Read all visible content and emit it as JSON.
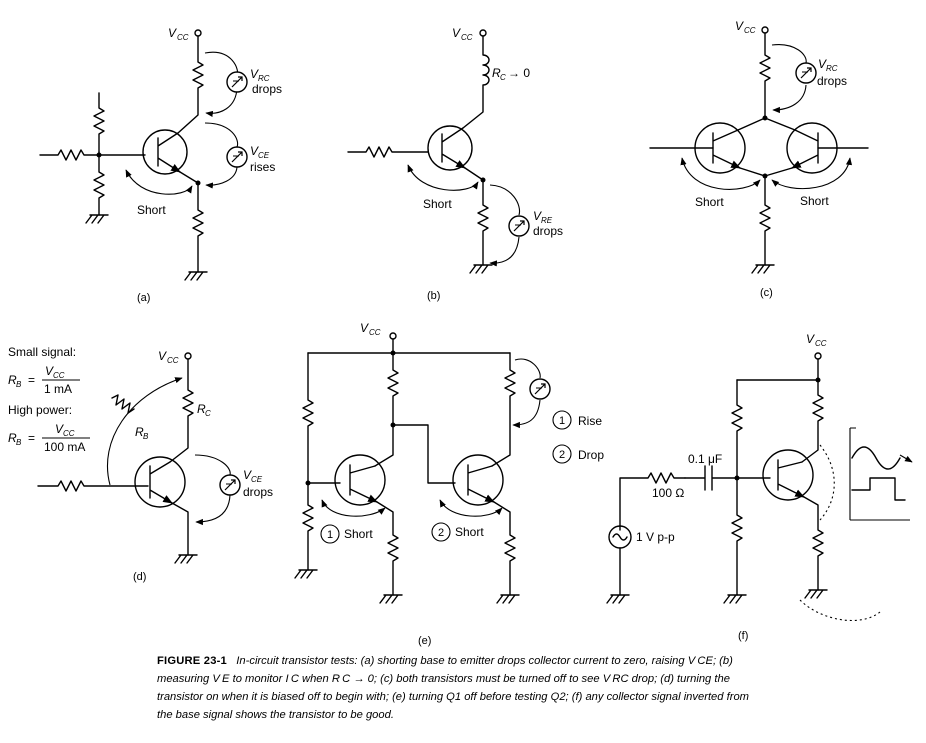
{
  "supply": {
    "main": "V",
    "sub": "CC"
  },
  "panels": {
    "a": {
      "label": "(a)",
      "vrc_sub": "RC",
      "vrc_text": "drops",
      "vce_sub": "CE",
      "vce_text": "rises",
      "short": "Short"
    },
    "b": {
      "label": "(b)",
      "rc_main": "R",
      "rc_sub": "C",
      "rc_arrow": "→ 0",
      "vre_sub": "RE",
      "vre_text": "drops",
      "short": "Short"
    },
    "c": {
      "label": "(c)",
      "vrc_sub": "RC",
      "vrc_text": "drops",
      "short_left": "Short",
      "short_right": "Short"
    },
    "d": {
      "label": "(d)",
      "small_signal": "Small signal:",
      "high_power": "High power:",
      "rb_main": "R",
      "rb_sub": "B",
      "eq": "=",
      "small_den": "1 mA",
      "high_den": "100 mA",
      "rc_main": "R",
      "rc_sub": "C",
      "vce_sub": "CE",
      "vce_text": "drops"
    },
    "e": {
      "label": "(e)",
      "step1_num": "1",
      "step1_text": "Rise",
      "step2_num": "2",
      "step2_text": "Drop",
      "short1": "Short",
      "short2": "Short"
    },
    "f": {
      "label": "(f)",
      "cap": "0.1 μF",
      "res": "100 Ω",
      "source": "1 V p-p"
    }
  },
  "caption": {
    "figure": "FIGURE 23-1",
    "text": "In-circuit transistor tests: (a) shorting base to emitter drops collector current to zero, raising V CE; (b) measuring V E to monitor I C when R C → 0; (c) both transistors must be turned off to see V RC drop; (d) turning the transistor on when it is biased off to begin with; (e) turning Q1 off before testing Q2; (f) any collector signal inverted from the base signal shows the transistor to be good."
  }
}
